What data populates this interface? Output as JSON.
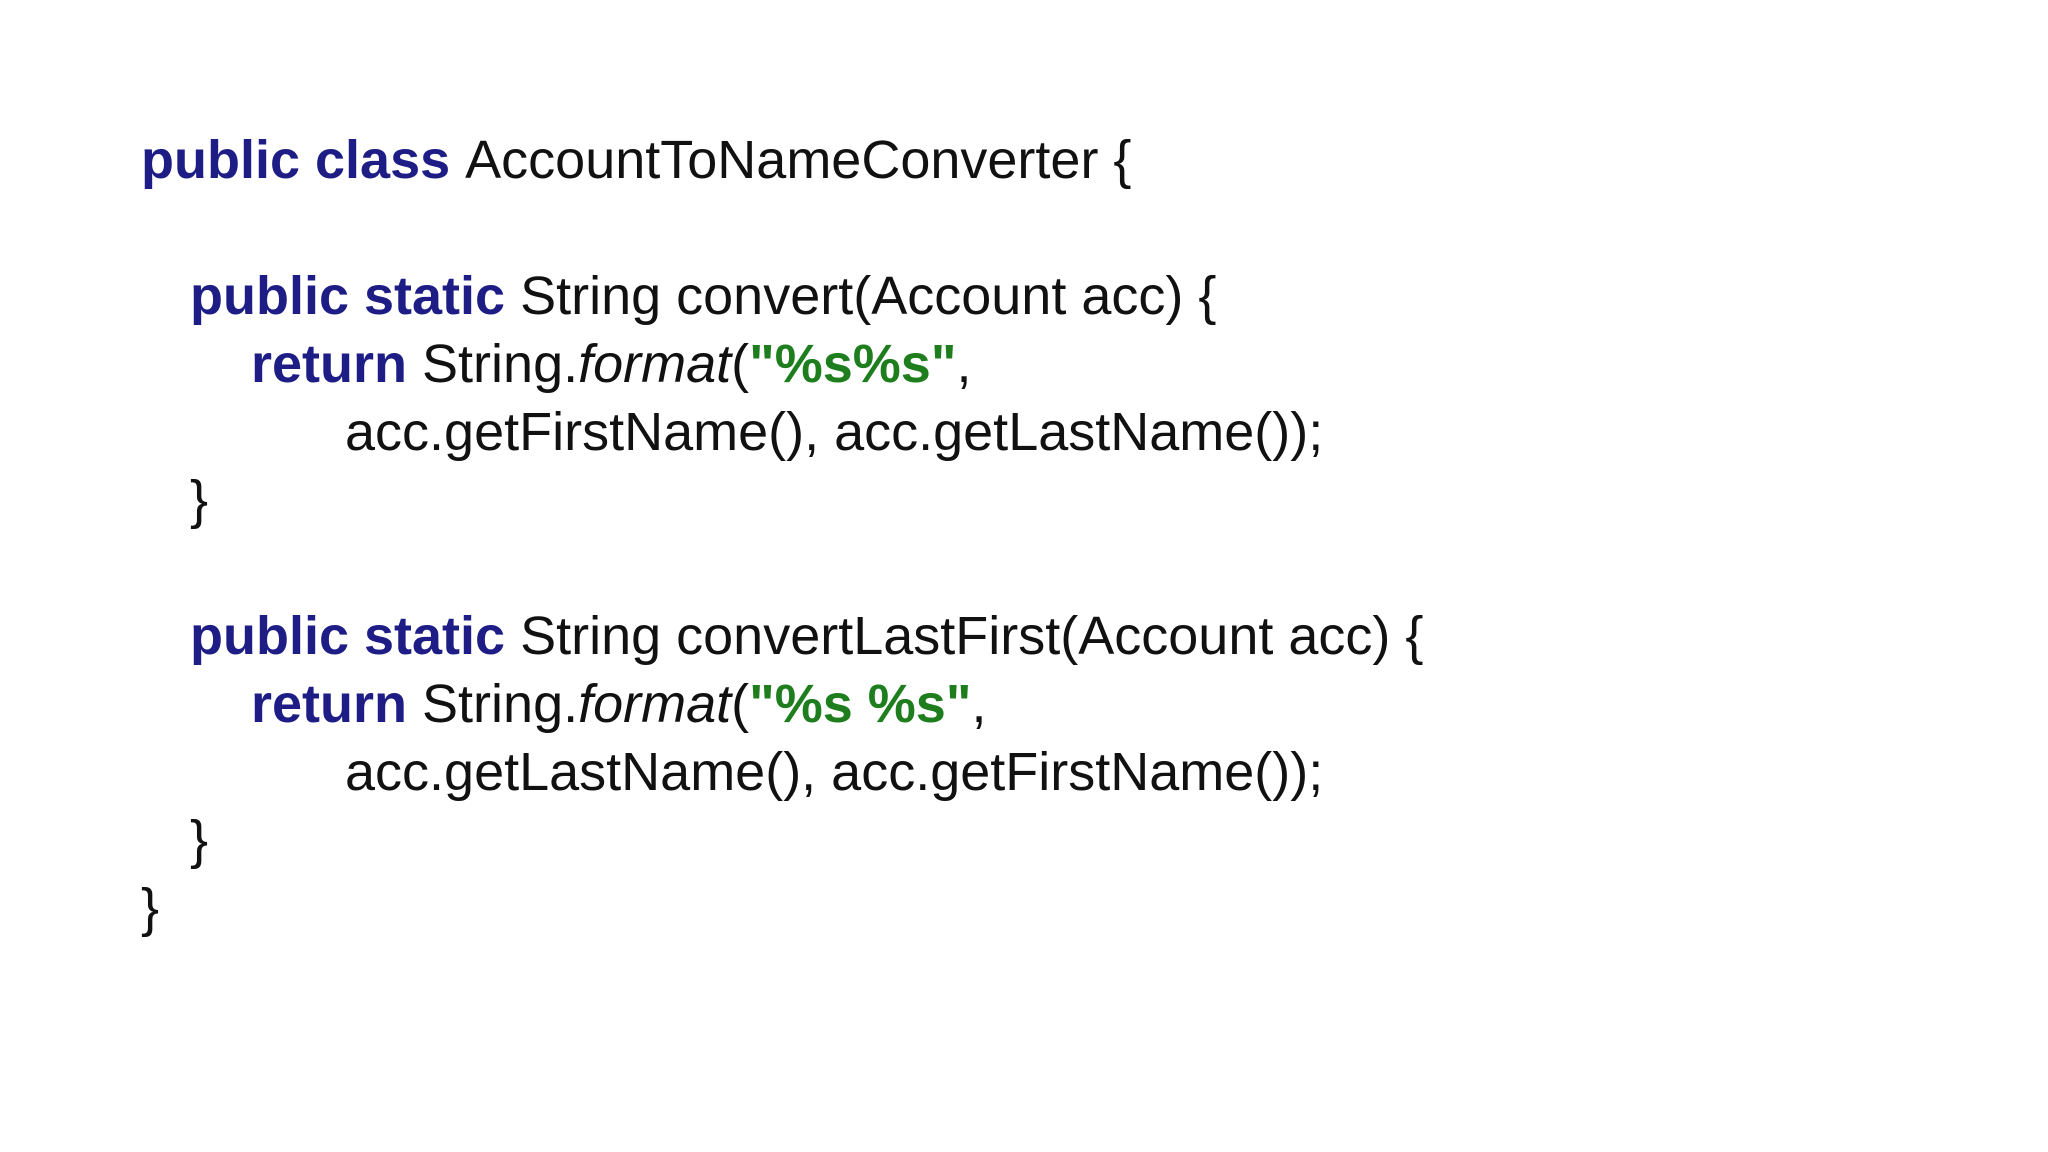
{
  "slide": {
    "background": "#ffffff",
    "colors": {
      "keyword": "#1d1d85",
      "string": "#1e7e1e",
      "plain": "#111111"
    },
    "code_language": "java",
    "code_lines": [
      {
        "indent": 0,
        "segments": [
          {
            "t": "public class ",
            "s": "kw"
          },
          {
            "t": "AccountToNameConverter {",
            "s": "plain"
          }
        ]
      },
      {
        "indent": 0,
        "segments": []
      },
      {
        "indent": 1,
        "segments": [
          {
            "t": "public static ",
            "s": "kw"
          },
          {
            "t": "String convert(Account acc) {",
            "s": "plain"
          }
        ]
      },
      {
        "indent": 2,
        "segments": [
          {
            "t": "return ",
            "s": "kw"
          },
          {
            "t": "String.",
            "s": "plain"
          },
          {
            "t": "format",
            "s": "it"
          },
          {
            "t": "(",
            "s": "plain"
          },
          {
            "t": "\"%s%s\"",
            "s": "str"
          },
          {
            "t": ",",
            "s": "plain"
          }
        ]
      },
      {
        "indent": 3,
        "segments": [
          {
            "t": "acc.getFirstName(), acc.getLastName());",
            "s": "plain"
          }
        ]
      },
      {
        "indent": 1,
        "segments": [
          {
            "t": "}",
            "s": "plain"
          }
        ]
      },
      {
        "indent": 0,
        "segments": []
      },
      {
        "indent": 1,
        "segments": [
          {
            "t": "public static ",
            "s": "kw"
          },
          {
            "t": "String convertLastFirst(Account acc) {",
            "s": "plain"
          }
        ]
      },
      {
        "indent": 2,
        "segments": [
          {
            "t": "return ",
            "s": "kw"
          },
          {
            "t": "String.",
            "s": "plain"
          },
          {
            "t": "format",
            "s": "it"
          },
          {
            "t": "(",
            "s": "plain"
          },
          {
            "t": "\"%s %s\"",
            "s": "str"
          },
          {
            "t": ",",
            "s": "plain"
          }
        ]
      },
      {
        "indent": 3,
        "segments": [
          {
            "t": "acc.getLastName(), acc.getFirstName());",
            "s": "plain"
          }
        ]
      },
      {
        "indent": 1,
        "segments": [
          {
            "t": "}",
            "s": "plain"
          }
        ]
      },
      {
        "indent": 0,
        "segments": [
          {
            "t": "}",
            "s": "plain"
          }
        ]
      }
    ]
  }
}
